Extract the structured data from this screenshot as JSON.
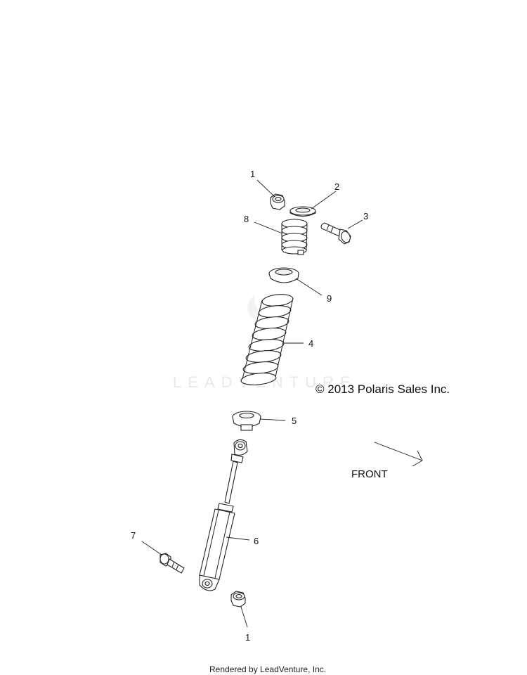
{
  "callouts": {
    "c1_top": "1",
    "c2": "2",
    "c3": "3",
    "c8": "8",
    "c9": "9",
    "c4": "4",
    "c5": "5",
    "c6": "6",
    "c7": "7",
    "c1_bottom": "1"
  },
  "copyright": "© 2013 Polaris Sales Inc.",
  "front_label": "FRONT",
  "watermark": "LEADVENTURE",
  "footer": "Rendered by LeadVenture, Inc."
}
